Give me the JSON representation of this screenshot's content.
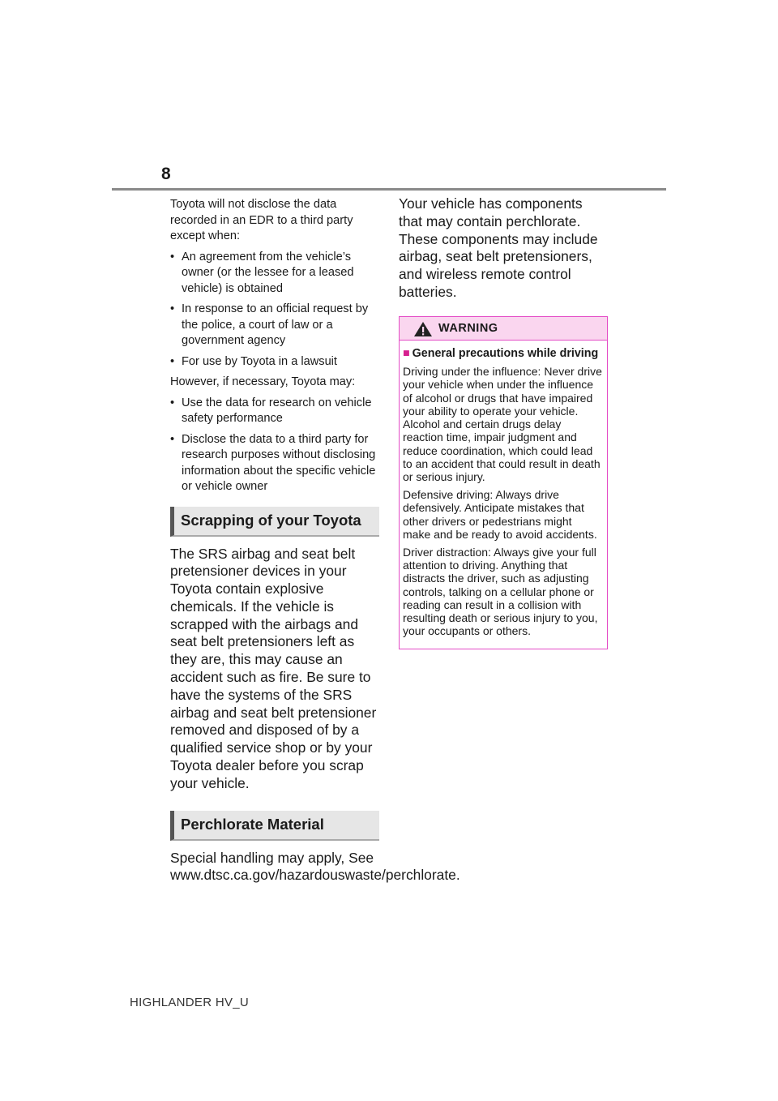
{
  "header": {
    "page_number": "8"
  },
  "left": {
    "edr_intro": "Toyota will not disclose the data recorded in an EDR to a third party except when:",
    "edr_exceptions": [
      "An agreement from the vehicle’s owner (or the lessee for a leased vehicle) is obtained",
      "In response to an official request by the police, a court of law or a government agency",
      "For use by Toyota in a lawsuit"
    ],
    "may_intro": "However, if necessary, Toyota may:",
    "may_items": [
      "Use the data for research on vehicle safety performance",
      "Disclose the data to a third party for research purposes without disclosing information about the specific vehicle or vehicle owner"
    ],
    "scrapping_heading": "Scrapping of your Toyota",
    "scrapping_body": "The SRS airbag and seat belt pretensioner devices in your Toyota contain explosive chemicals. If the vehicle is scrapped with the airbags and seat belt pretensioners left as they are, this may cause an accident such as fire. Be sure to have the systems of the SRS airbag and seat belt pretensioner removed and disposed of by a qualified service shop or by your Toyota dealer before you scrap your vehicle.",
    "perchlorate_heading": "Perchlorate Material",
    "perchlorate_body": "Special handling may apply, See www.dtsc.ca.gov/hazardouswaste/perchlorate."
  },
  "right": {
    "perchlorate_body": "Your vehicle has components that may contain perchlorate. These components may include airbag, seat belt pretensioners, and wireless remote control batteries.",
    "warning": {
      "title": "WARNING",
      "subheading_marker": "■",
      "subheading": "General precautions while driving",
      "paragraphs": [
        "Driving under the influence: Never drive your vehicle when under the influence of alcohol or drugs that have impaired your ability to operate your vehicle. Alcohol and certain drugs delay reaction time, impair judgment and reduce coordination, which could lead to an accident that could result in death or serious injury.",
        "Defensive driving: Always drive defensively. Anticipate mistakes that other drivers or pedestrians might make and be ready to avoid accidents.",
        "Driver distraction: Always give your full attention to driving. Anything that distracts the driver, such as adjusting controls, talking on a cellular phone or reading can result in a collision with resulting death or serious injury to you, your occupants or others."
      ]
    }
  },
  "footer": {
    "model": "HIGHLANDER HV_U"
  },
  "colors": {
    "warning_border": "#e44cc6",
    "warning_header_bg": "#fad6ef",
    "heading_bg": "#e6e6e6"
  },
  "icons": {
    "warning": "warning-triangle-icon"
  }
}
